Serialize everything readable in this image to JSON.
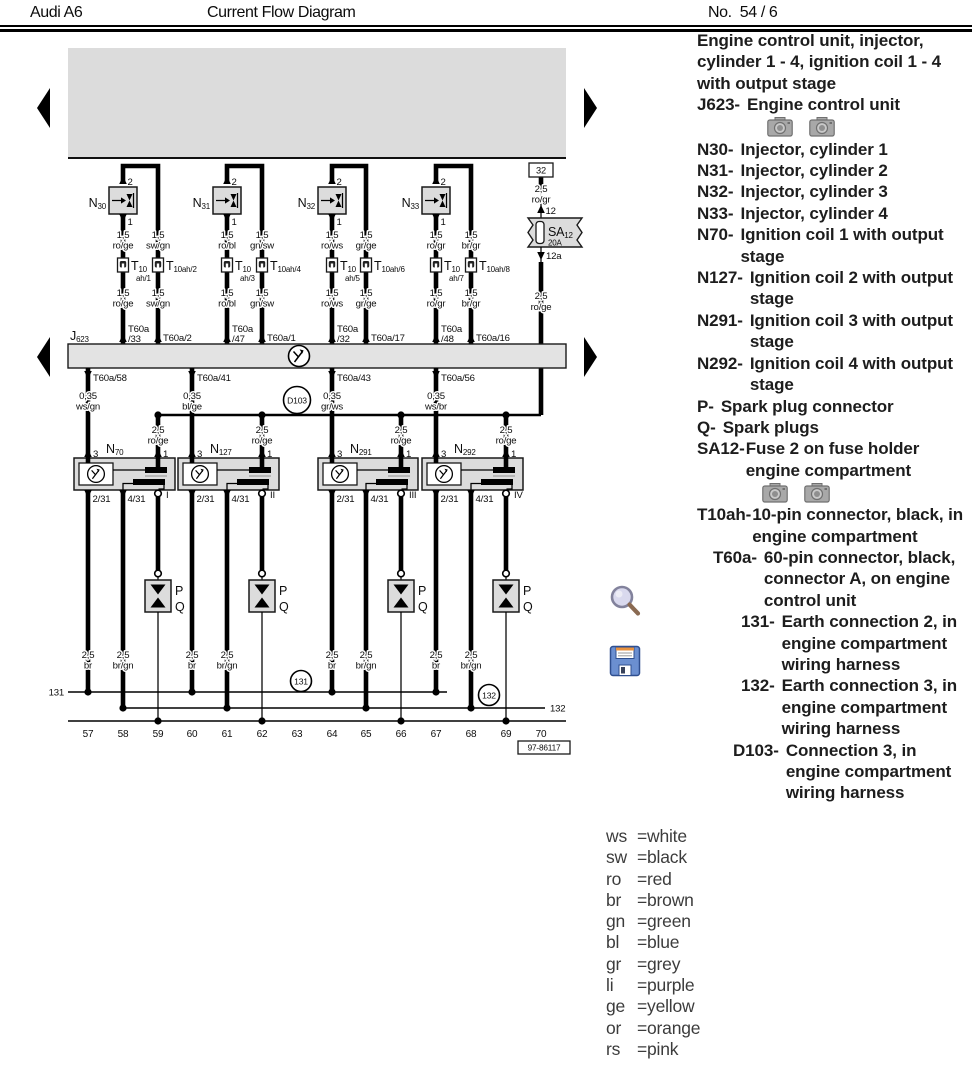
{
  "header": {
    "left": "Audi A6",
    "center": "Current Flow Diagram",
    "right": "No.  54 / 6"
  },
  "sidebar": {
    "heading": "Engine control unit, injector, cylinder 1 - 4, ignition coil 1 - 4 with output stage",
    "entries": [
      {
        "term": "J623-",
        "desc": "Engine control unit"
      },
      {
        "term": "N30-",
        "desc": "Injector, cylinder 1"
      },
      {
        "term": "N31-",
        "desc": "Injector, cylinder 2"
      },
      {
        "term": "N32-",
        "desc": "Injector, cylinder 3"
      },
      {
        "term": "N33-",
        "desc": "Injector, cylinder 4"
      },
      {
        "term": "N70-",
        "desc": "Ignition coil 1 with output stage"
      },
      {
        "term": "N127-",
        "desc": "Ignition coil 2 with output stage"
      },
      {
        "term": "N291-",
        "desc": "Ignition coil 3 with output stage"
      },
      {
        "term": "N292-",
        "desc": "Ignition coil 4 with output stage"
      },
      {
        "term": "P-",
        "desc": "Spark plug connector"
      },
      {
        "term": "Q-",
        "desc": "Spark plugs"
      },
      {
        "term": "SA12-",
        "desc": "Fuse 2 on fuse holder engine compartment"
      },
      {
        "term": "T10ah-",
        "desc": "10-pin connector, black, in engine compartment"
      },
      {
        "term": "T60a-",
        "desc": "60-pin connector, black, connector A, on engine control unit"
      },
      {
        "term": "131-",
        "desc": "Earth connection 2, in engine compartment wiring harness"
      },
      {
        "term": "132-",
        "desc": "Earth connection 3, in engine compartment wiring harness"
      },
      {
        "term": "D103-",
        "desc": "Connection 3, in engine compartment wiring harness"
      }
    ]
  },
  "icons": {
    "camera": "camera-icon",
    "magnifier": "magnifying-glass-icon",
    "floppy": "floppy-disk-icon"
  },
  "color_legend": [
    {
      "code": "ws",
      "name": "=white"
    },
    {
      "code": "sw",
      "name": "=black"
    },
    {
      "code": "ro",
      "name": "=red"
    },
    {
      "code": "br",
      "name": "=brown"
    },
    {
      "code": "gn",
      "name": "=green"
    },
    {
      "code": "bl",
      "name": "=blue"
    },
    {
      "code": "gr",
      "name": "=grey"
    },
    {
      "code": "li",
      "name": "=purple"
    },
    {
      "code": "ge",
      "name": "=yellow"
    },
    {
      "code": "or",
      "name": "=orange"
    },
    {
      "code": "rs",
      "name": "=pink"
    }
  ],
  "diagram": {
    "ecu": {
      "label_p": "J",
      "label_s": "623"
    },
    "d103": "D103",
    "doc_number": "97-86117",
    "earth": {
      "l131": "131",
      "c131": "131",
      "c132": "132",
      "r132": "132"
    },
    "tracks": [
      "57",
      "58",
      "59",
      "60",
      "61",
      "62",
      "63",
      "64",
      "65",
      "66",
      "67",
      "68",
      "69",
      "70"
    ],
    "fuse": {
      "ref": "32",
      "top_size": "2,5",
      "top_col": "ro/gr",
      "pin_in": "12",
      "name_p": "SA",
      "name_s": "12",
      "amp": "20A",
      "pin_out": "12a",
      "bot_size": "2,5",
      "bot_col": "ro/ge"
    },
    "injectors": [
      {
        "name": {
          "p": "N",
          "s": "30"
        },
        "pin2": "2",
        "pin1": "1",
        "size": "1,5",
        "colL": "ro/ge",
        "colR": "sw/gn",
        "t": "T",
        "connLsub": "10",
        "connL2": "ah/1",
        "connRsub": "10ah/2",
        "ecuL1": "T60a",
        "ecuL2": "/33",
        "ecuR": "T60a/2"
      },
      {
        "name": {
          "p": "N",
          "s": "31"
        },
        "pin2": "2",
        "pin1": "1",
        "size": "1,5",
        "colL": "ro/bl",
        "colR": "gn/sw",
        "t": "T",
        "connLsub": "10",
        "connL2": "ah/3",
        "connRsub": "10ah/4",
        "ecuL1": "T60a",
        "ecuL2": "/47",
        "ecuR": "T60a/1"
      },
      {
        "name": {
          "p": "N",
          "s": "32"
        },
        "pin2": "2",
        "pin1": "1",
        "size": "1,5",
        "colL": "ro/ws",
        "colR": "gr/ge",
        "t": "T",
        "connLsub": "10",
        "connL2": "ah/5",
        "connRsub": "10ah/6",
        "ecuL1": "T60a",
        "ecuL2": "/32",
        "ecuR": "T60a/17"
      },
      {
        "name": {
          "p": "N",
          "s": "33"
        },
        "pin2": "2",
        "pin1": "1",
        "size": "1,5",
        "colL": "ro/gr",
        "colR": "br/gr",
        "t": "T",
        "connLsub": "10",
        "connL2": "ah/7",
        "connRsub": "10ah/8",
        "ecuL1": "T60a",
        "ecuL2": "/48",
        "ecuR": "T60a/16"
      }
    ],
    "coils": [
      {
        "ecu": "T60a/58",
        "ctrl_size": "0,35",
        "ctrl_col": "ws/gn",
        "stub_size": "2,5",
        "stub_col": "ro/ge",
        "name": {
          "p": "N",
          "s": "70"
        },
        "pin3": "3",
        "pin1": "1",
        "p231": "2/31",
        "p431": "4/31",
        "term": "I",
        "p": "P",
        "q": "Q",
        "br_size": "2,5",
        "br_col": "br",
        "brgn_size": "2,5",
        "brgn_col": "br/gn"
      },
      {
        "ecu": "T60a/41",
        "ctrl_size": "0,35",
        "ctrl_col": "bl/ge",
        "stub_size": "2,5",
        "stub_col": "ro/ge",
        "name": {
          "p": "N",
          "s": "127"
        },
        "pin3": "3",
        "pin1": "1",
        "p231": "2/31",
        "p431": "4/31",
        "term": "II",
        "p": "P",
        "q": "Q",
        "br_size": "2,5",
        "br_col": "br",
        "brgn_size": "2,5",
        "brgn_col": "br/gn"
      },
      {
        "ecu": "T60a/43",
        "ctrl_size": "0,35",
        "ctrl_col": "gr/ws",
        "stub_size": "2,5",
        "stub_col": "ro/ge",
        "name": {
          "p": "N",
          "s": "291"
        },
        "pin3": "3",
        "pin1": "1",
        "p231": "2/31",
        "p431": "4/31",
        "term": "III",
        "p": "P",
        "q": "Q",
        "br_size": "2,5",
        "br_col": "br",
        "brgn_size": "2,5",
        "brgn_col": "br/gn"
      },
      {
        "ecu": "T60a/56",
        "ctrl_size": "0,35",
        "ctrl_col": "ws/br",
        "stub_size": "2,5",
        "stub_col": "ro/ge",
        "name": {
          "p": "N",
          "s": "292"
        },
        "pin3": "3",
        "pin1": "1",
        "p231": "2/31",
        "p431": "4/31",
        "term": "IV",
        "p": "P",
        "q": "Q",
        "br_size": "2,5",
        "br_col": "br",
        "brgn_size": "2,5",
        "brgn_col": "br/gn"
      }
    ]
  }
}
